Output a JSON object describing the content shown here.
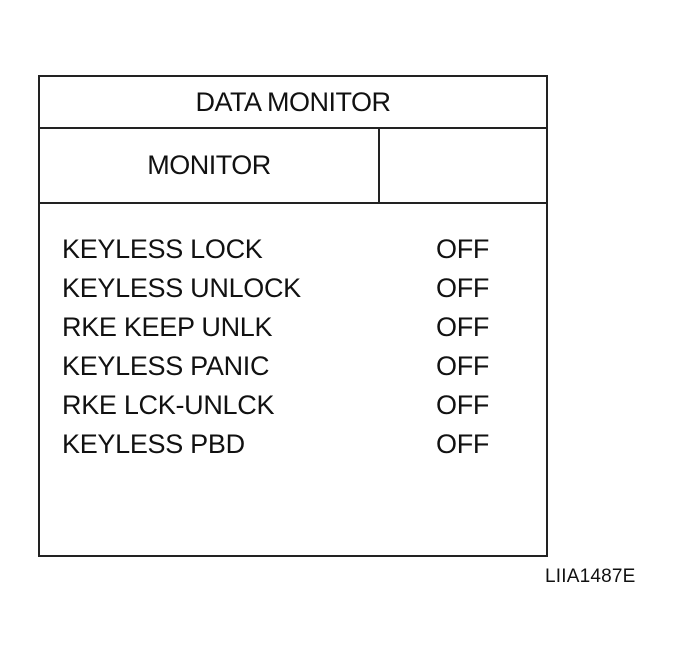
{
  "screen": {
    "title": "DATA MONITOR",
    "header": {
      "monitor_label": "MONITOR",
      "value_label": ""
    },
    "items": [
      {
        "label": "KEYLESS LOCK",
        "value": "OFF"
      },
      {
        "label": "KEYLESS UNLOCK",
        "value": "OFF"
      },
      {
        "label": "RKE KEEP UNLK",
        "value": "OFF"
      },
      {
        "label": "KEYLESS PANIC",
        "value": "OFF"
      },
      {
        "label": "RKE LCK-UNLCK",
        "value": "OFF"
      },
      {
        "label": "KEYLESS PBD",
        "value": "OFF"
      }
    ]
  },
  "figure_code": "LIIA1487E"
}
